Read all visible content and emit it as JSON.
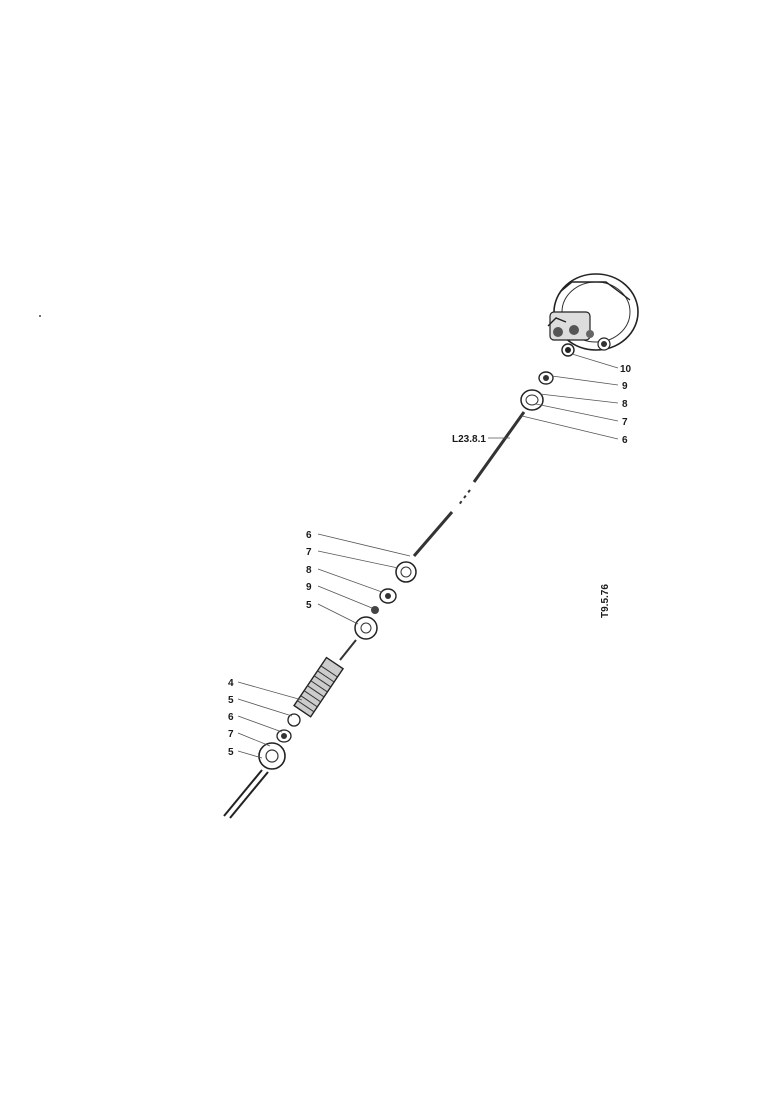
{
  "drawing": {
    "drawing_number": "T9.5.76",
    "cross_reference": "L23.8.1"
  },
  "callouts": {
    "upper": [
      "10",
      "9",
      "8",
      "7",
      "6"
    ],
    "middle": [
      "6",
      "7",
      "8",
      "9",
      "5"
    ],
    "lower": [
      "4",
      "5",
      "6",
      "7",
      "5"
    ]
  }
}
